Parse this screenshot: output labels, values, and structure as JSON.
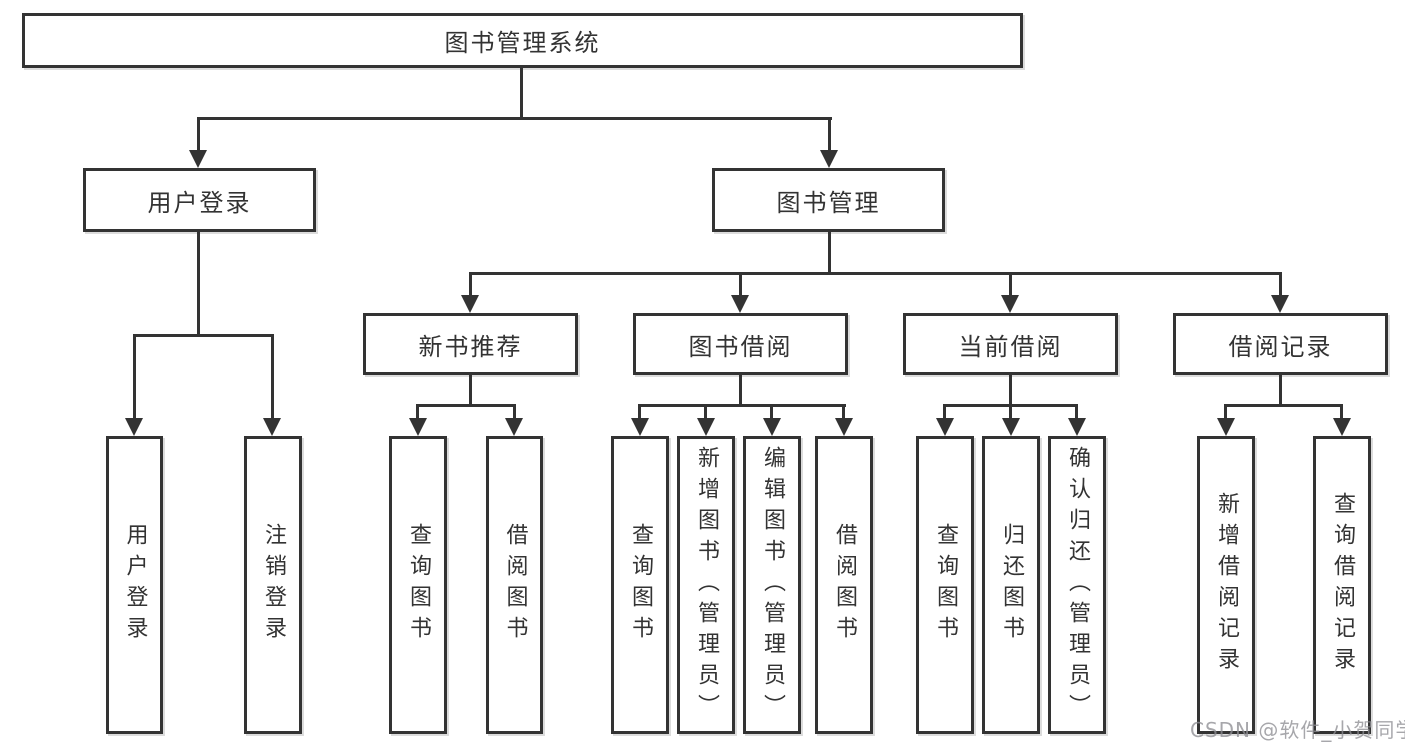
{
  "title": "图书管理系统",
  "watermark": "CSDN @软件_小贺同学",
  "colors": {
    "line": "#333333",
    "text": "#333333",
    "watermark": "#8e8e94",
    "background": "#ffffff"
  },
  "tree": {
    "label": "图书管理系统",
    "children": [
      {
        "label": "用户登录",
        "children": [
          {
            "label": "用户登录"
          },
          {
            "label": "注销登录"
          }
        ]
      },
      {
        "label": "图书管理",
        "children": [
          {
            "label": "新书推荐",
            "children": [
              {
                "label": "查询图书"
              },
              {
                "label": "借阅图书"
              }
            ]
          },
          {
            "label": "图书借阅",
            "children": [
              {
                "label": "查询图书"
              },
              {
                "label": "新增图书（管理员）"
              },
              {
                "label": "编辑图书（管理员）"
              },
              {
                "label": "借阅图书"
              }
            ]
          },
          {
            "label": "当前借阅",
            "children": [
              {
                "label": "查询图书"
              },
              {
                "label": "归还图书"
              },
              {
                "label": "确认归还（管理员）"
              }
            ]
          },
          {
            "label": "借阅记录",
            "children": [
              {
                "label": "新增借阅记录"
              },
              {
                "label": "查询借阅记录"
              }
            ]
          }
        ]
      }
    ]
  }
}
